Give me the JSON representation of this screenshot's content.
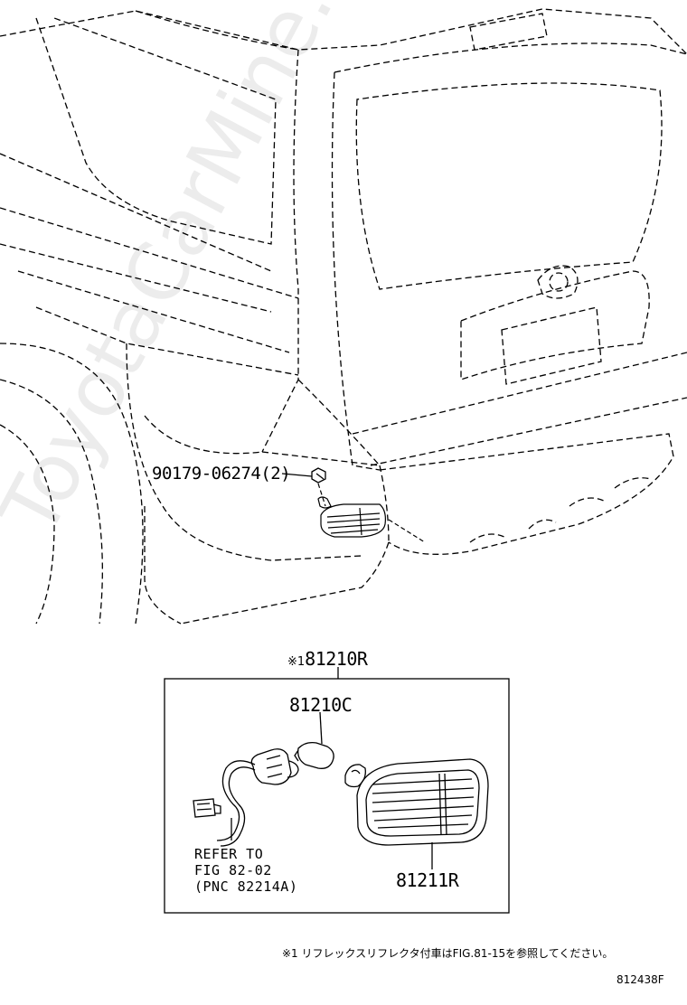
{
  "labels": {
    "bolt_part": "90179-06274(2)",
    "assembly_mark": "※1",
    "assembly_part": "81210R",
    "bulb_part": "81210C",
    "lens_part": "81211R",
    "refer_text": "REFER TO\nFIG 82-02\n(PNC 82214A)"
  },
  "note": "※1 リフレックスリフレクタ付車はFIG.81-15を参照してください。",
  "figure_code": "812438F",
  "watermark": "ToyotaCarMine.ru"
}
